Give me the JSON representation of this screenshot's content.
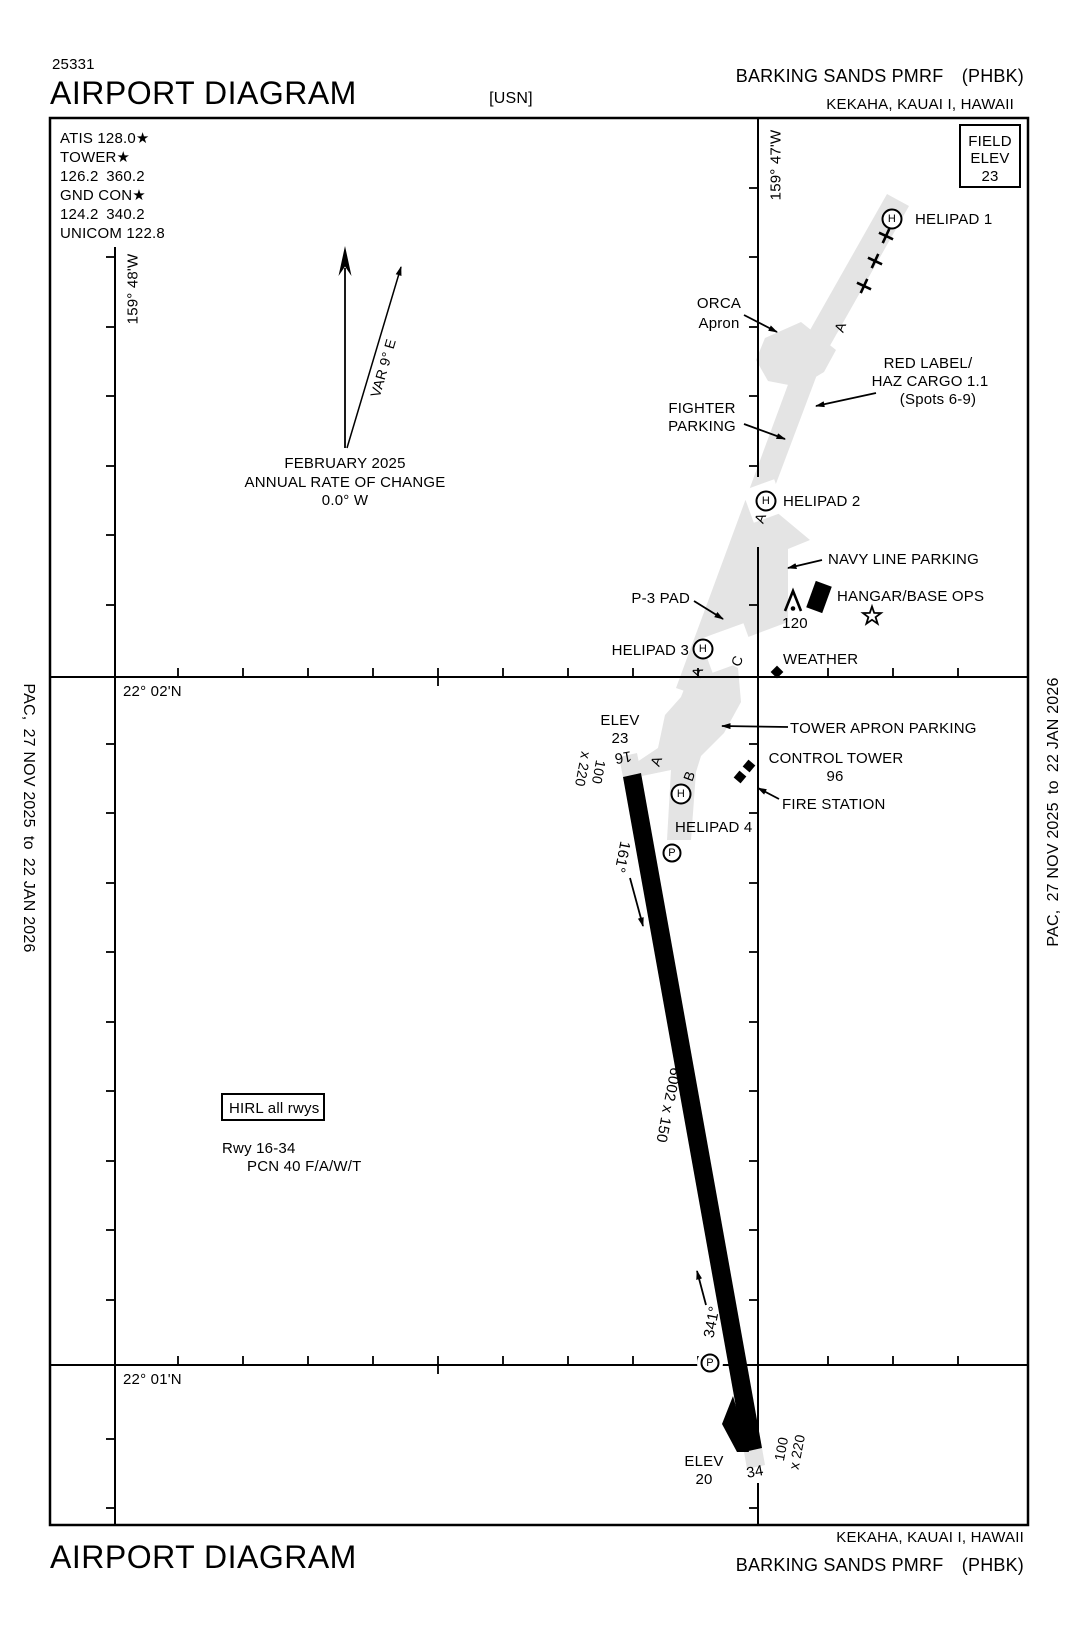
{
  "page": {
    "bg": "#ffffff",
    "ink": "#000000",
    "apron_gray": "#e4e4e4"
  },
  "header": {
    "chart_number": "25331",
    "title": "AIRPORT DIAGRAM",
    "org": "[USN]",
    "airport": "BARKING SANDS PMRF  (PHBK)",
    "city": "KEKAHA, KAUAI I, HAWAII"
  },
  "footer": {
    "title": "AIRPORT DIAGRAM",
    "airport": "BARKING SANDS PMRF  (PHBK)",
    "city": "KEKAHA, KAUAI I, HAWAII"
  },
  "margin": {
    "effective": "PAC, 27 NOV 2025 to 22 JAN 2026"
  },
  "comms": {
    "l1": "ATIS 128.0★",
    "l2": "TOWER★",
    "l3": "126.2 360.2",
    "l4": "GND CON★",
    "l5": "124.2 340.2",
    "l6": "UNICOM 122.8"
  },
  "field_elev": {
    "t1": "FIELD",
    "t2": "ELEV",
    "value": "23"
  },
  "grid": {
    "lon_48": "159° 48'W",
    "lon_47": "159° 47'W",
    "lat_02": "22° 02'N",
    "lat_01": "22° 01'N"
  },
  "variation": {
    "label": "VAR 9° E",
    "date": "FEBRUARY 2025",
    "note": "ANNUAL RATE OF CHANGE",
    "rate": "0.0° W"
  },
  "runway": {
    "num_16": "16",
    "num_34": "34",
    "size": "6002 x 150",
    "hdg16": "161°",
    "hdg34": "341°",
    "ovr_w": "100",
    "ovr_l": "x 220",
    "elev16_l1": "ELEV",
    "elev16_l2": "23",
    "elev34_l1": "ELEV",
    "elev34_l2": "20"
  },
  "features": {
    "helipad1": "HELIPAD 1",
    "helipad2": "HELIPAD 2",
    "helipad3": "HELIPAD 3",
    "helipad4": "HELIPAD 4",
    "orca1": "ORCA",
    "orca2": "Apron",
    "red1": "RED LABEL/",
    "red2": "HAZ CARGO 1.1",
    "red3": "(Spots 6-9)",
    "fighter1": "FIGHTER",
    "fighter2": "PARKING",
    "navy": "NAVY LINE PARKING",
    "p3": "P-3 PAD",
    "hangar": "HANGAR/BASE OPS",
    "tower_height": "120",
    "weather": "WEATHER",
    "tower_apron": "TOWER APRON PARKING",
    "control_tower": "CONTROL TOWER",
    "control_tower_elev": "96",
    "fire": "FIRE STATION"
  },
  "taxiways": {
    "a": "A",
    "b": "B",
    "c": "C"
  },
  "symbols": {
    "helipad": "H",
    "parking": "P"
  },
  "notes": {
    "hirl": "HIRL all rwys",
    "pcn1": "Rwy 16-34",
    "pcn2": "PCN 40 F/A/W/T"
  }
}
